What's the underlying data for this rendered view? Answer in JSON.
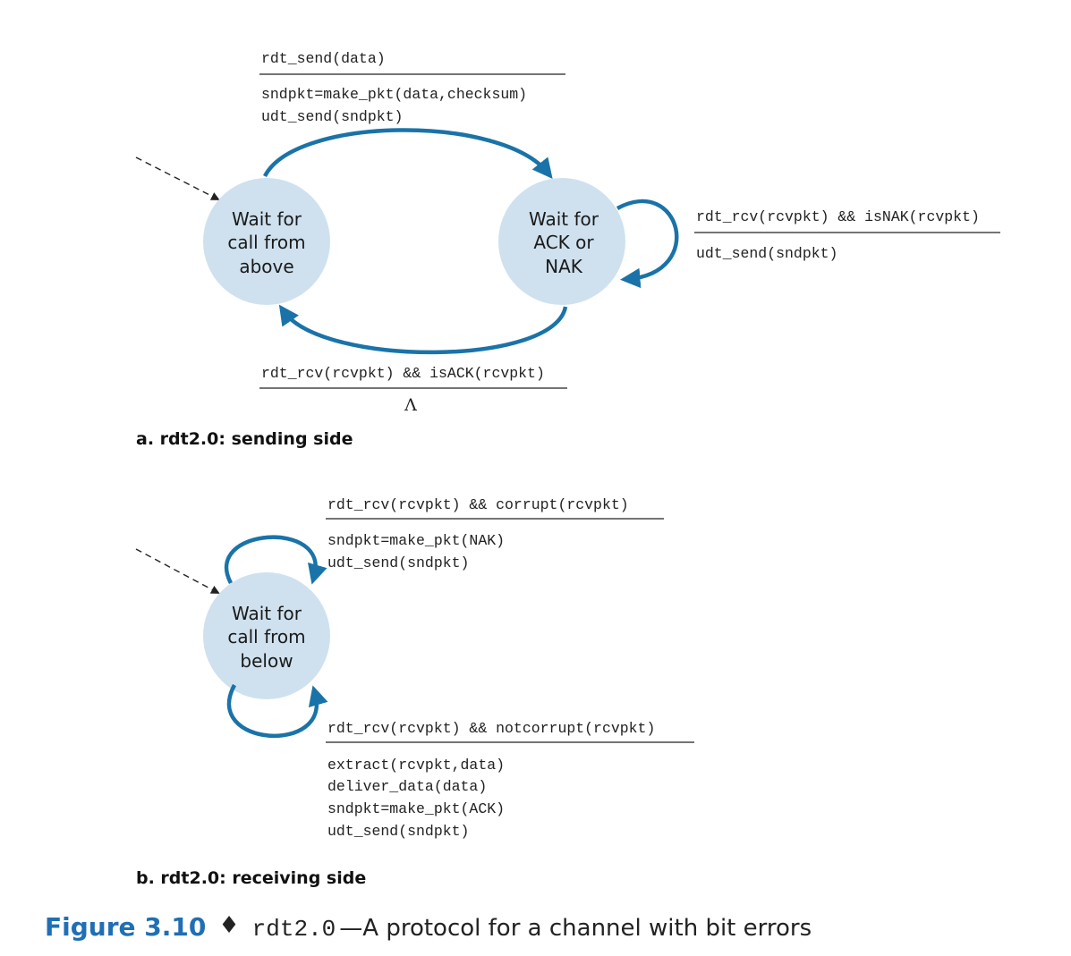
{
  "colors": {
    "state_fill": "#cfe1ef",
    "arc": "#1a73a8",
    "figure_accent": "#1f6fb5",
    "rule": "#222222",
    "initial_arrow": "#222222"
  },
  "sending": {
    "state_idle": [
      "Wait for",
      "call from",
      "above"
    ],
    "state_wait": [
      "Wait for",
      "ACK or",
      "NAK"
    ],
    "send_event": "rdt_send(data)",
    "send_actions": [
      "sndpkt=make_pkt(data,checksum)",
      "udt_send(sndpkt)"
    ],
    "nak_event": "rdt_rcv(rcvpkt) && isNAK(rcvpkt)",
    "nak_action": "udt_send(sndpkt)",
    "ack_event": "rdt_rcv(rcvpkt) && isACK(rcvpkt)",
    "ack_action": "Λ",
    "caption": "a.  rdt2.0: sending side"
  },
  "receiving": {
    "state": [
      "Wait for",
      "call from",
      "below"
    ],
    "corrupt_event": "rdt_rcv(rcvpkt) && corrupt(rcvpkt)",
    "corrupt_actions": [
      "sndpkt=make_pkt(NAK)",
      "udt_send(sndpkt)"
    ],
    "ok_event": "rdt_rcv(rcvpkt) && notcorrupt(rcvpkt)",
    "ok_actions": [
      "extract(rcvpkt,data)",
      "deliver_data(data)",
      "sndpkt=make_pkt(ACK)",
      "udt_send(sndpkt)"
    ],
    "caption": "b.  rdt2.0: receiving side"
  },
  "figure": {
    "number": "Figure 3.10",
    "separator": "♦",
    "protocol": "rdt2.0",
    "title": "—A protocol for a channel with bit errors"
  }
}
